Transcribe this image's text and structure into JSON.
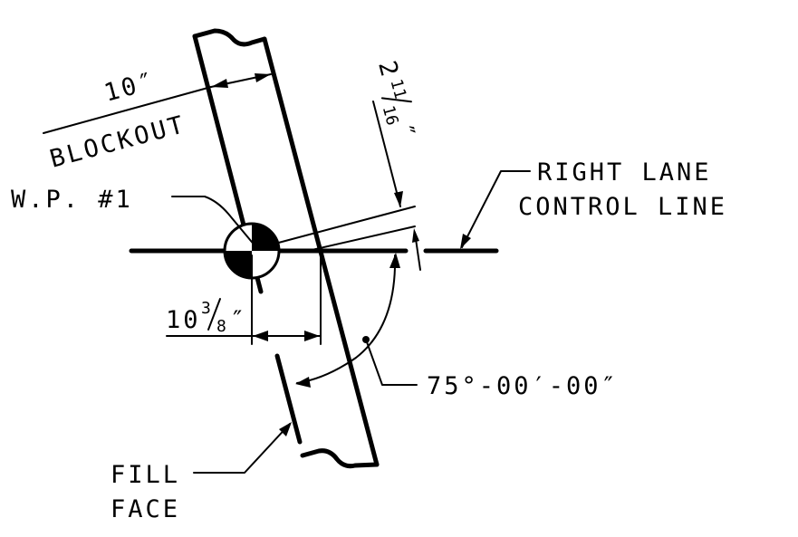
{
  "labels": {
    "blockout_dim": "10″",
    "blockout": "BLOCKOUT",
    "wp": "W.P. #1",
    "offset_whole": "2",
    "offset_num": "11",
    "offset_den": "16",
    "offset_unit": "″",
    "control_line_1": "RIGHT LANE",
    "control_line_2": "CONTROL LINE",
    "dist_whole": "10",
    "dist_num": "3",
    "dist_den": "8",
    "dist_unit": "″",
    "angle": "75°-00′-00″",
    "fill_face_1": "FILL",
    "fill_face_2": "FACE"
  }
}
